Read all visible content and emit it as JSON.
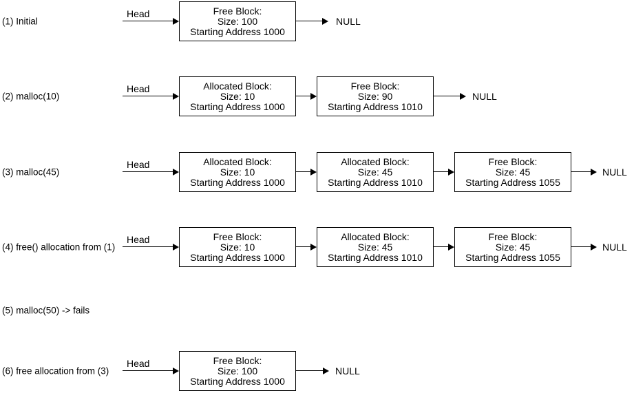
{
  "colors": {
    "line": "#000000",
    "text": "#000000",
    "background": "#ffffff"
  },
  "icons": {
    "arrowhead": "filled-right-triangle"
  },
  "diagram": {
    "description_rows": 6,
    "rows": [
      {
        "label": "(1) Initial",
        "head_label": "Head",
        "null_label": "NULL",
        "blocks": [
          {
            "line1": "Free Block:",
            "line2": "Size: 100",
            "line3": "Starting Address 1000"
          }
        ]
      },
      {
        "label": "(2) malloc(10)",
        "head_label": "Head",
        "null_label": "NULL",
        "blocks": [
          {
            "line1": "Allocated Block:",
            "line2": "Size: 10",
            "line3": "Starting Address 1000"
          },
          {
            "line1": "Free Block:",
            "line2": "Size: 90",
            "line3": "Starting Address 1010"
          }
        ]
      },
      {
        "label": "(3) malloc(45)",
        "head_label": "Head",
        "null_label": "NULL",
        "blocks": [
          {
            "line1": "Allocated Block:",
            "line2": "Size: 10",
            "line3": "Starting Address 1000"
          },
          {
            "line1": "Allocated Block:",
            "line2": "Size: 45",
            "line3": "Starting Address 1010"
          },
          {
            "line1": "Free Block:",
            "line2": "Size: 45",
            "line3": "Starting Address 1055"
          }
        ]
      },
      {
        "label": "(4) free() allocation from (1)",
        "head_label": "Head",
        "null_label": "NULL",
        "blocks": [
          {
            "line1": "Free Block:",
            "line2": "Size: 10",
            "line3": "Starting Address 1000"
          },
          {
            "line1": "Allocated Block:",
            "line2": "Size: 45",
            "line3": "Starting Address 1010"
          },
          {
            "line1": "Free Block:",
            "line2": "Size: 45",
            "line3": "Starting Address 1055"
          }
        ]
      },
      {
        "label": "(5) malloc(50) -> fails",
        "head_label": "",
        "null_label": "",
        "blocks": []
      },
      {
        "label": "(6) free allocation from (3)",
        "head_label": "Head",
        "null_label": "NULL",
        "blocks": [
          {
            "line1": "Free Block:",
            "line2": "Size: 100",
            "line3": "Starting Address 1000"
          }
        ]
      }
    ]
  }
}
